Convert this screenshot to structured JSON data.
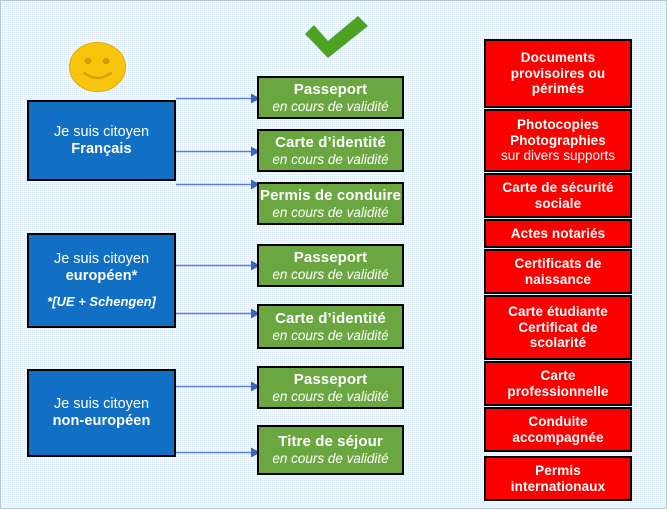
{
  "icons": {
    "smiley": "smiley-face-icon",
    "check": "green-checkmark-icon"
  },
  "colors": {
    "background": "#dceaf7",
    "blue_box": "#1170c4",
    "green_box": "#6aa740",
    "red_box": "#fc0000",
    "arrow": "#5b7fd4",
    "smiley": "#f7c20a",
    "check": "#4ea222",
    "border": "#000000"
  },
  "columns": {
    "citizen": [
      {
        "line1": "Je suis citoyen",
        "line2": "Français",
        "note": ""
      },
      {
        "line1": "Je suis citoyen",
        "line2": "européen*",
        "note": "*[UE + Schengen]"
      },
      {
        "line1": "Je suis citoyen",
        "line2": "non-européen",
        "note": ""
      }
    ],
    "accepted": [
      {
        "title": "Passeport",
        "subtitle": "en cours de validité"
      },
      {
        "title": "Carte d’identité",
        "subtitle": "en cours de validité"
      },
      {
        "title": "Permis de conduire",
        "subtitle": "en cours de validité"
      },
      {
        "title": "Passeport",
        "subtitle": "en cours de validité"
      },
      {
        "title": "Carte d’identité",
        "subtitle": "en cours de validité"
      },
      {
        "title": "Passeport",
        "subtitle": "en cours de validité"
      },
      {
        "title": "Titre de séjour",
        "subtitle": "en cours de validité"
      }
    ],
    "refused": [
      {
        "line1": "Documents",
        "line2": "provisoires ou",
        "line3": "périmés",
        "plain3": false
      },
      {
        "line1": "Photocopies",
        "line2": "Photographies",
        "line3": "sur divers supports",
        "plain3": true
      },
      {
        "line1": "Carte de sécurité",
        "line2": "sociale",
        "line3": "",
        "plain3": false
      },
      {
        "line1": "Actes notariés",
        "line2": "",
        "line3": "",
        "plain3": false
      },
      {
        "line1": "Certificats de",
        "line2": "naissance",
        "line3": "",
        "plain3": false
      },
      {
        "line1": "Carte étudiante",
        "line2": "Certificat de",
        "line3": "scolarité",
        "plain3": false
      },
      {
        "line1": "Carte",
        "line2": "professionnelle",
        "line3": "",
        "plain3": false
      },
      {
        "line1": "Conduite",
        "line2": "accompagnée",
        "line3": "",
        "plain3": false
      },
      {
        "line1": "Permis",
        "line2": "internationaux",
        "line3": "",
        "plain3": false
      }
    ]
  }
}
